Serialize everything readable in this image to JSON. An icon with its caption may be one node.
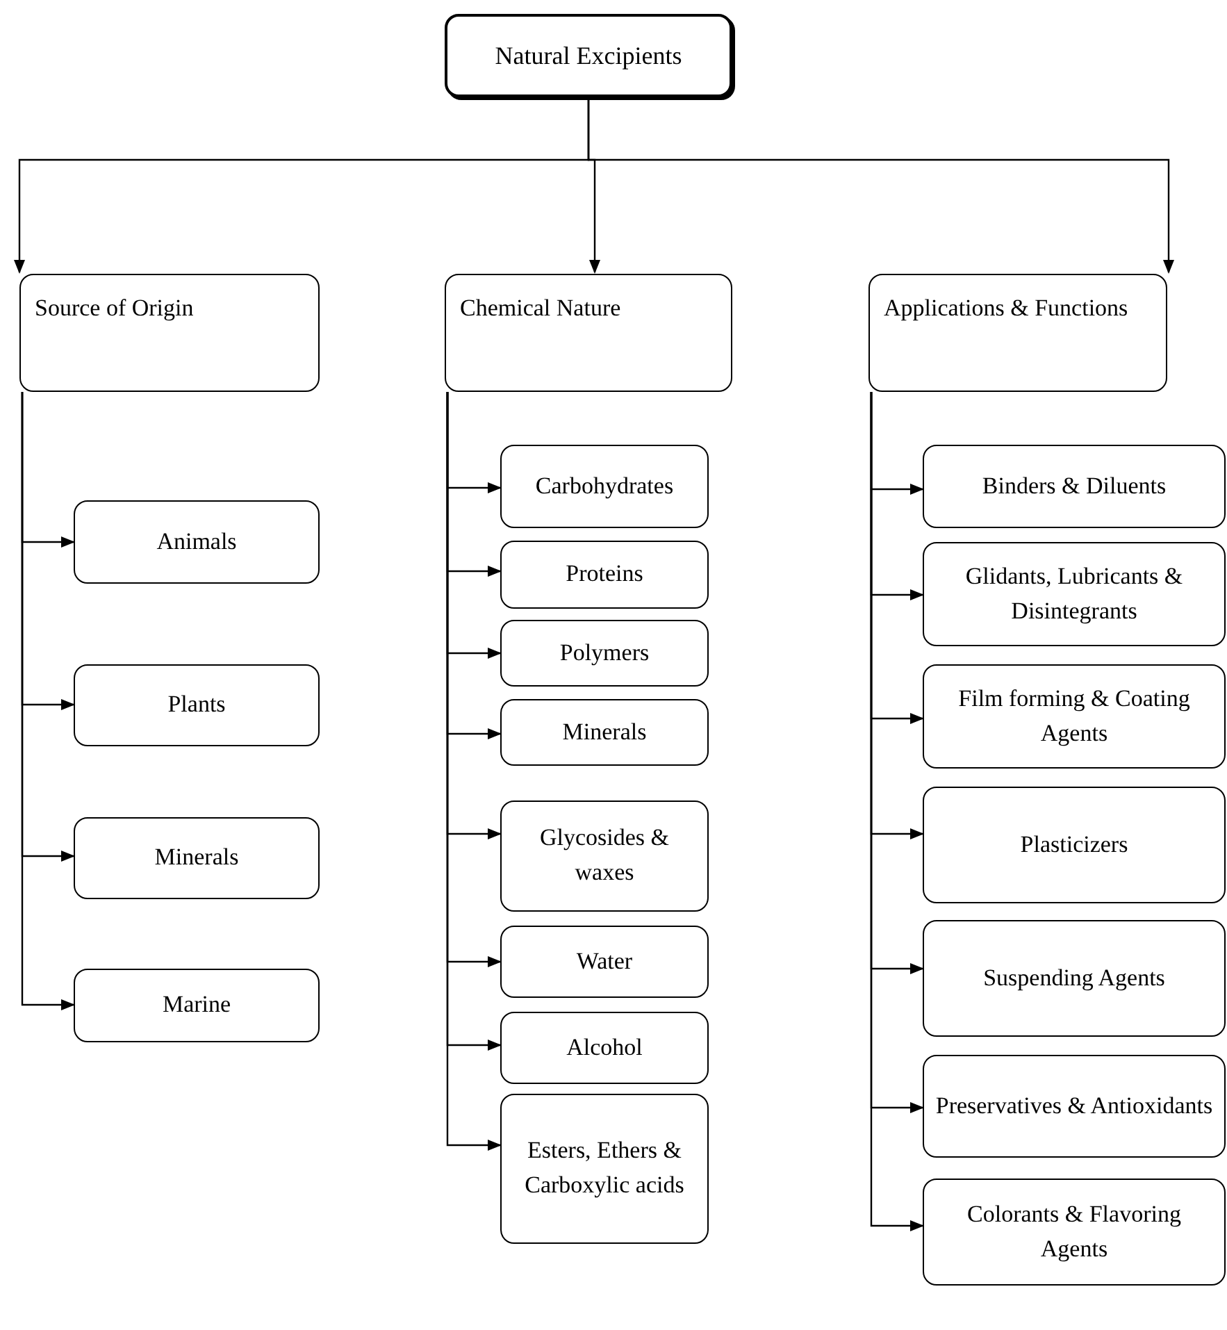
{
  "diagram": {
    "nodes": [
      {
        "text": [
          "Natural Excipients"
        ]
      },
      {
        "text": [
          "Source of Origin"
        ]
      },
      {
        "text": [
          "Chemical Nature"
        ]
      },
      {
        "text": [
          "Applications & Functions"
        ]
      },
      {
        "text": [
          "Animals"
        ]
      },
      {
        "text": [
          "Plants"
        ]
      },
      {
        "text": [
          "Minerals"
        ]
      },
      {
        "text": [
          "Marine"
        ]
      },
      {
        "text": [
          "Carbohydrates"
        ]
      },
      {
        "text": [
          "Proteins"
        ]
      },
      {
        "text": [
          "Polymers"
        ]
      },
      {
        "text": [
          "Minerals"
        ]
      },
      {
        "text": [
          "Glycosides & waxes"
        ]
      },
      {
        "text": [
          "Water"
        ]
      },
      {
        "text": [
          "Alcohol"
        ]
      },
      {
        "text": [
          "Esters, Ethers & Carboxylic acids"
        ]
      },
      {
        "text": [
          "Binders & Diluents"
        ]
      },
      {
        "text": [
          "Glidants, Lubricants & Disintegrants"
        ]
      },
      {
        "text": [
          "Film forming & Coating Agents"
        ]
      },
      {
        "text": [
          "Plasticizers"
        ]
      },
      {
        "text": [
          "Suspending Agents"
        ]
      },
      {
        "text": [
          "Preservatives & Antioxidants"
        ]
      },
      {
        "text": [
          "Colorants & Flavoring Agents"
        ]
      }
    ],
    "edges": [
      {
        "from": 0,
        "to": 1,
        "arrow": "to"
      },
      {
        "from": 0,
        "to": 2,
        "arrow": "to"
      },
      {
        "from": 0,
        "to": 3,
        "arrow": "to"
      },
      {
        "from": 1,
        "to": 4,
        "arrow": "to"
      },
      {
        "from": 1,
        "to": 5,
        "arrow": "to"
      },
      {
        "from": 1,
        "to": 6,
        "arrow": "to"
      },
      {
        "from": 1,
        "to": 7,
        "arrow": "to"
      },
      {
        "from": 2,
        "to": 8,
        "arrow": "to"
      },
      {
        "from": 2,
        "to": 9,
        "arrow": "to"
      },
      {
        "from": 2,
        "to": 10,
        "arrow": "to"
      },
      {
        "from": 2,
        "to": 11,
        "arrow": "to"
      },
      {
        "from": 2,
        "to": 12,
        "arrow": "to"
      },
      {
        "from": 2,
        "to": 13,
        "arrow": "to"
      },
      {
        "from": 2,
        "to": 14,
        "arrow": "to"
      },
      {
        "from": 2,
        "to": 15,
        "arrow": "to"
      },
      {
        "from": 3,
        "to": 16,
        "arrow": "to"
      },
      {
        "from": 3,
        "to": 17,
        "arrow": "to"
      },
      {
        "from": 3,
        "to": 18,
        "arrow": "to"
      },
      {
        "from": 3,
        "to": 19,
        "arrow": "to"
      },
      {
        "from": 3,
        "to": 20,
        "arrow": "to"
      },
      {
        "from": 3,
        "to": 21,
        "arrow": "to"
      },
      {
        "from": 3,
        "to": 22,
        "arrow": "to"
      }
    ]
  }
}
